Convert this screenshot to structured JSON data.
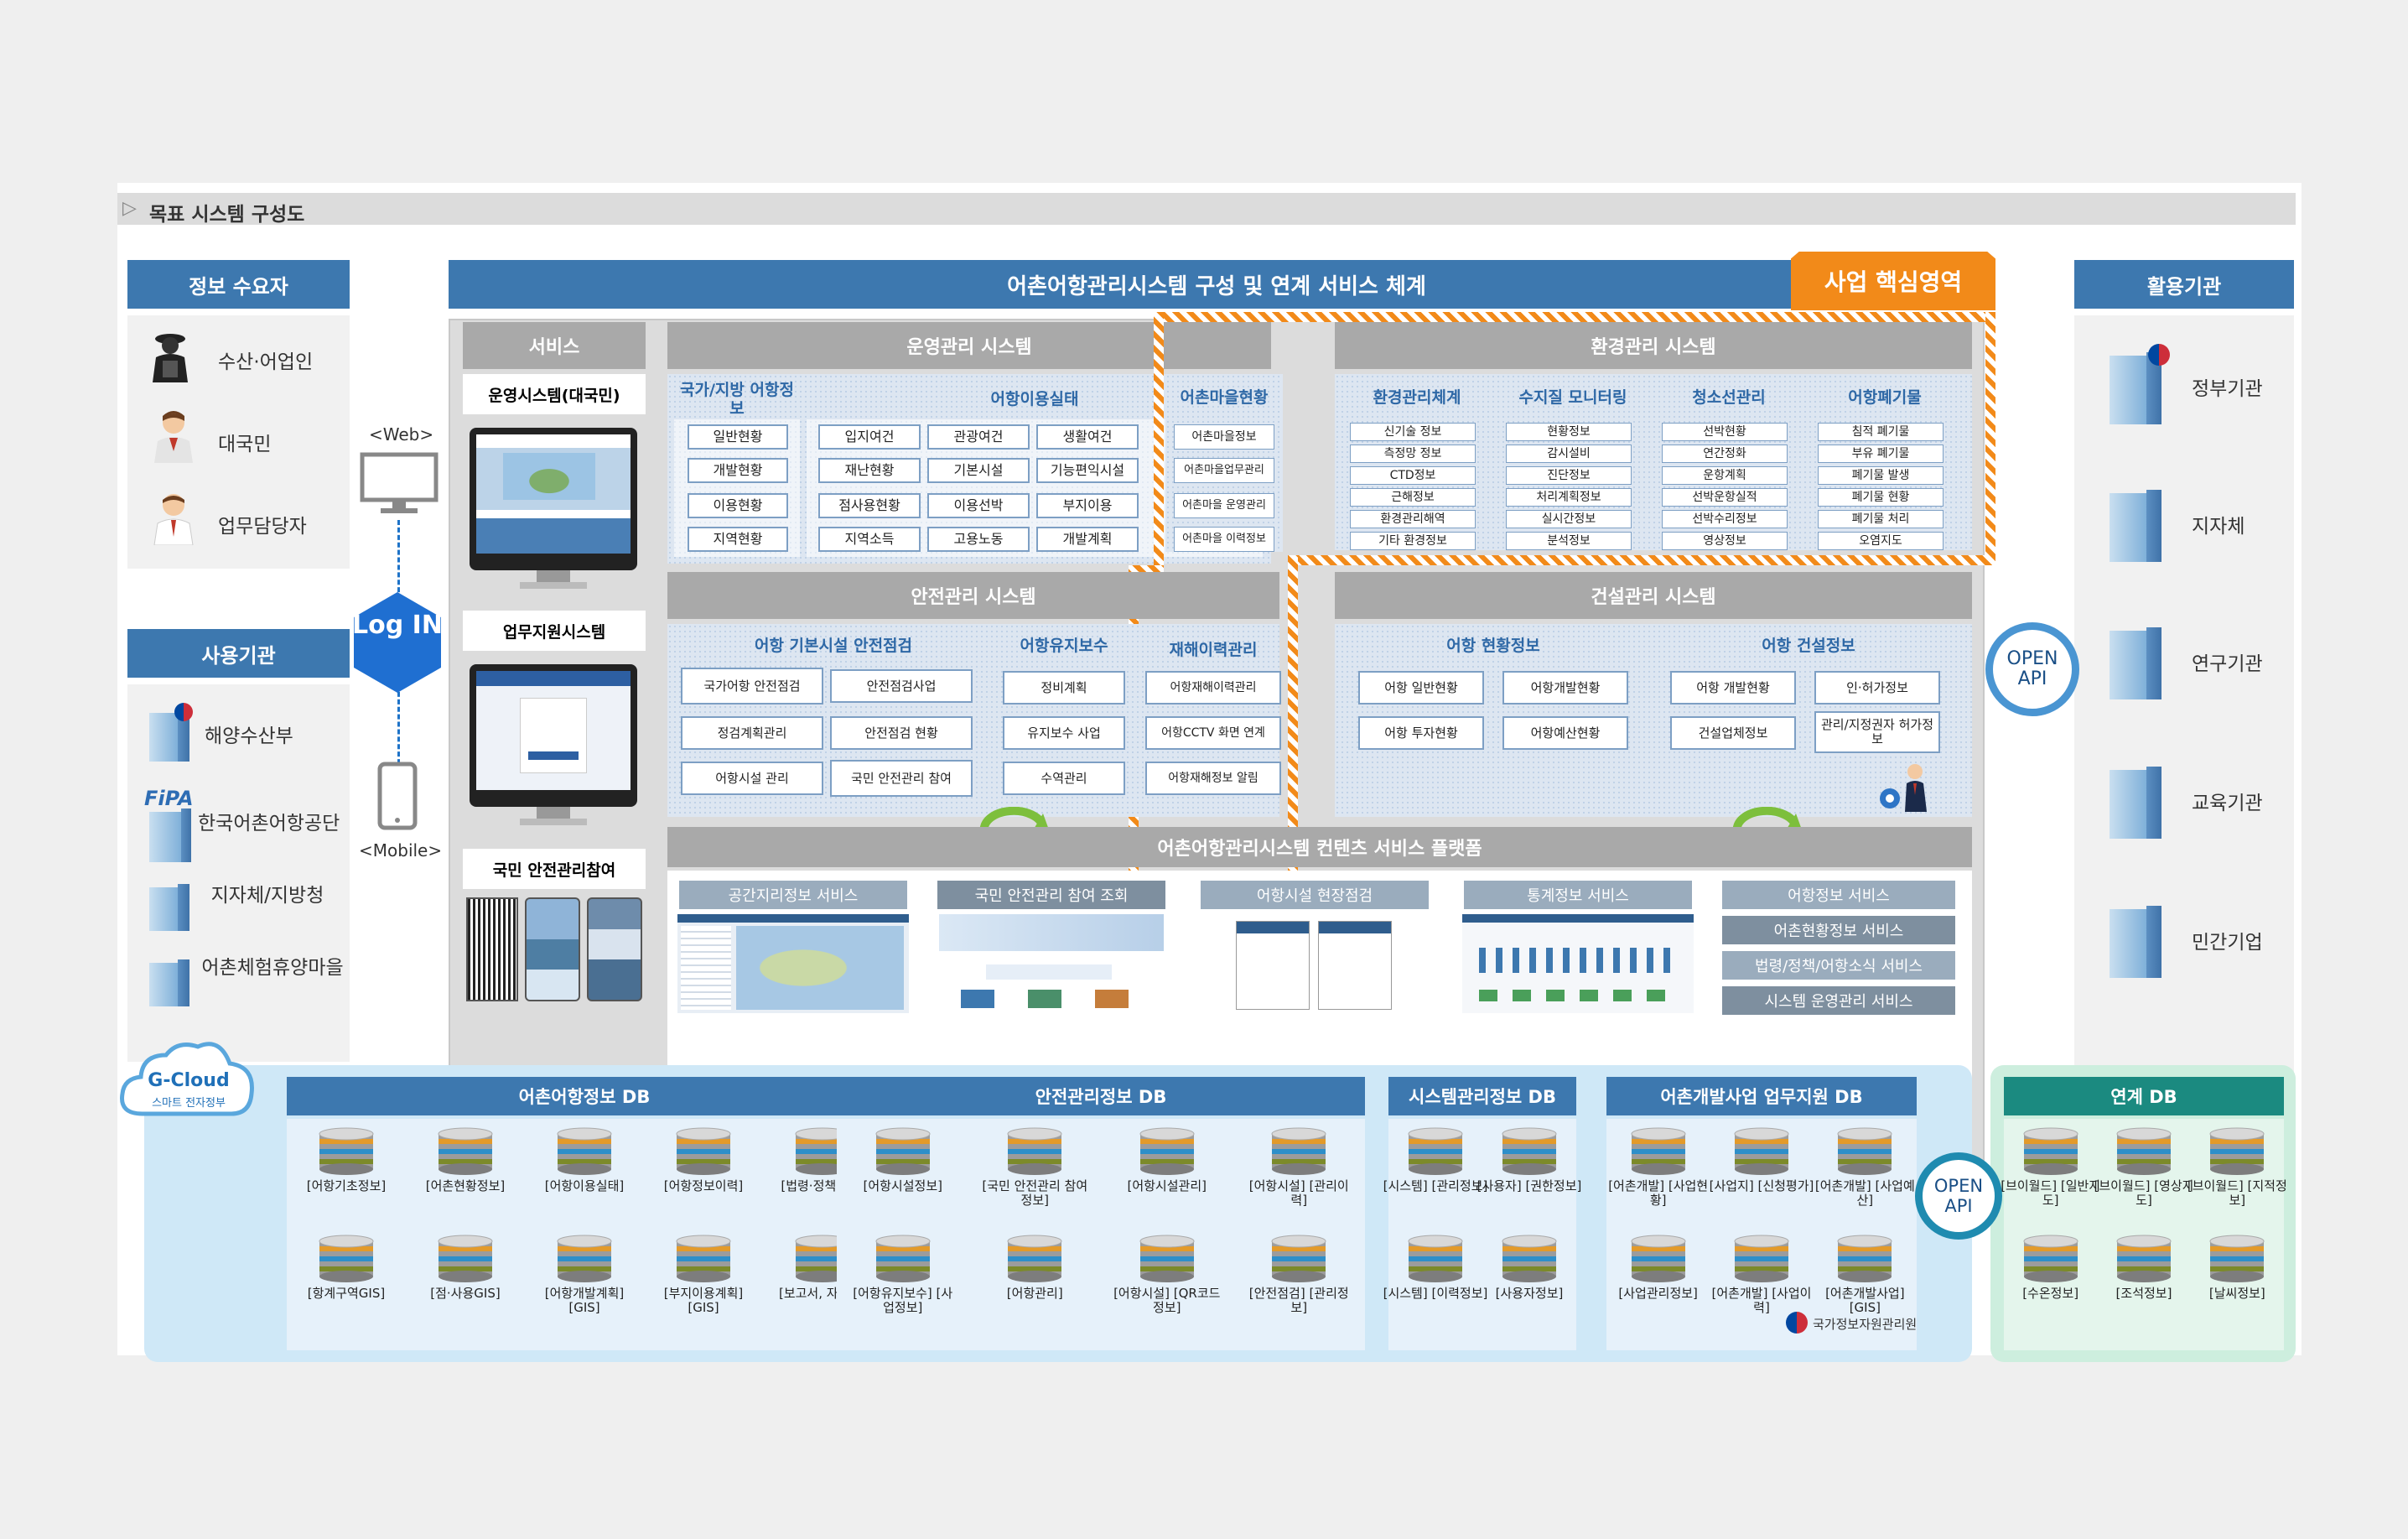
{
  "title": "목표 시스템 구성도",
  "main_header": "어촌어항관리시스템 구성 및 연계 서비스 체계",
  "core_area": "사업 핵심영역",
  "left": {
    "users_title": "정보 수요자",
    "users": [
      "수산·어업인",
      "대국민",
      "업무담당자"
    ],
    "agencies_title": "사용기관",
    "agencies": [
      "해양수산부",
      "한국어촌어항공단",
      "지자체/지방청",
      "어촌체험휴양마을"
    ],
    "fipa": "FiPA",
    "web": "<Web>",
    "mobile": "<Mobile>",
    "login": "Log IN"
  },
  "service": {
    "title": "서비스",
    "items": [
      "운영시스템(대국민)",
      "업무지원시스템",
      "국민 안전관리참여"
    ]
  },
  "ops": {
    "title": "운영관리 시스템",
    "groups": [
      {
        "title": "국가/지방 어항정보",
        "items": [
          "일반현황",
          "개발현황",
          "이용현황",
          "지역현황"
        ]
      },
      {
        "title": "어항이용실태",
        "items": [
          "입지여건",
          "관광여건",
          "생활여건",
          "재난현황",
          "기본시설",
          "기능편익시설",
          "점사용현황",
          "이용선박",
          "부지이용",
          "지역소득",
          "고용노동",
          "개발계획"
        ]
      }
    ],
    "village": {
      "title": "어촌마을현황",
      "items": [
        "어촌마을정보",
        "어촌마을업무관리",
        "어촌마을 운영관리",
        "어촌마을 이력정보"
      ]
    }
  },
  "env": {
    "title": "환경관리 시스템",
    "groups": [
      {
        "title": "환경관리체계",
        "items": [
          "신기술 정보",
          "측정망 정보",
          "CTD정보",
          "근해정보",
          "환경관리해역",
          "기타 환경정보"
        ]
      },
      {
        "title": "수지질 모니터링",
        "items": [
          "현황정보",
          "감시설비",
          "진단정보",
          "처리계획정보",
          "실시간정보",
          "분석정보"
        ]
      },
      {
        "title": "청소선관리",
        "items": [
          "선박현황",
          "연간정화",
          "운항계획",
          "선박운항실적",
          "선박수리정보",
          "영상정보"
        ]
      },
      {
        "title": "어항폐기물",
        "items": [
          "침적 폐기물",
          "부유 폐기물",
          "폐기물 발생",
          "폐기물 현황",
          "폐기물 처리",
          "오염지도"
        ]
      }
    ]
  },
  "safety": {
    "title": "안전관리 시스템",
    "groups": [
      {
        "title": "어항 기본시설 안전점검",
        "items": [
          "국가어항 안전점검",
          "안전점검사업",
          "정검계획관리",
          "안전점검 현황",
          "어항시설 관리",
          "국민 안전관리 참여"
        ]
      },
      {
        "title": "어항유지보수",
        "items": [
          "정비계획",
          "유지보수 사업",
          "수역관리"
        ]
      },
      {
        "title": "재해이력관리",
        "items": [
          "어항재해이력관리",
          "어항CCTV 화면 연계",
          "어항재해정보 알림"
        ]
      }
    ]
  },
  "build": {
    "title": "건설관리 시스템",
    "groups": [
      {
        "title": "어항 현황정보",
        "items": [
          "어항 일반현황",
          "어항개발현황",
          "어항 투자현황",
          "어항예산현황"
        ]
      },
      {
        "title": "어항 건설정보",
        "items": [
          "어항 개발현황",
          "인·허가정보",
          "건설업체정보",
          "관리/지정권자 허가정보"
        ]
      }
    ]
  },
  "platform": {
    "title": "어촌어항관리시스템 컨텐츠 서비스 플랫폼",
    "services": [
      "공간지리정보 서비스",
      "국민 안전관리 참여 조회",
      "어항시설 현장점검",
      "통계정보 서비스"
    ],
    "right_services": [
      "어항정보 서비스",
      "어촌현황정보 서비스",
      "법령/정책/어항소식 서비스",
      "시스템 운영관리 서비스"
    ]
  },
  "right": {
    "title": "활용기관",
    "items": [
      "정부기관",
      "지자체",
      "연구기관",
      "교육기관",
      "민간기업"
    ],
    "open_api": "OPEN API"
  },
  "gcloud": {
    "title": "G-Cloud",
    "subtitle": "스마트 전자정부"
  },
  "dbs": [
    {
      "title": "어촌어항정보 DB",
      "items": [
        "[어항기초정보]",
        "[어촌현황정보]",
        "[어항이용실태]",
        "[어항정보이력]",
        "[법령·정책정보]",
        "[항계구역GIS]",
        "[점·사용GIS]",
        "[어항개발계획] [GIS]",
        "[부지이용계획] [GIS]",
        "[보고서, 자료실]"
      ]
    },
    {
      "title": "안전관리정보 DB",
      "items": [
        "[어항시설정보]",
        "[국민 안전관리 참여 정보]",
        "[어항시설관리]",
        "[어항시설] [관리이력]",
        "[어항유지보수] [사업정보]",
        "[어항관리]",
        "[어항시설] [QR코드정보]",
        "[안전점검] [관리정보]"
      ]
    },
    {
      "title": "시스템관리정보 DB",
      "items": [
        "[시스템] [관리정보]",
        "[사용자] [권한정보]",
        "[시스템] [이력정보]",
        "[사용자정보]"
      ]
    },
    {
      "title": "어촌개발사업 업무지원 DB",
      "items": [
        "[어촌개발] [사업현황]",
        "[사업지] [신청평가]",
        "[어촌개발] [사업예산]",
        "[사업관리정보]",
        "[어촌개발] [사업이력]",
        "[어촌개발사업] [GIS]"
      ]
    },
    {
      "title": "연계 DB",
      "items": [
        "[브이월드] [일반지도]",
        "[브이월드] [영상지도]",
        "[브이월드] [지적정보]",
        "[수온정보]",
        "[조석정보]",
        "[날씨정보]"
      ]
    }
  ],
  "db_open_api": "OPEN API",
  "footer_org": "국가정보자원관리원",
  "colors": {
    "blue": "#3d78af",
    "orange": "#f28a19",
    "teal": "#1b8a80",
    "grey": "#a9a9a9"
  }
}
